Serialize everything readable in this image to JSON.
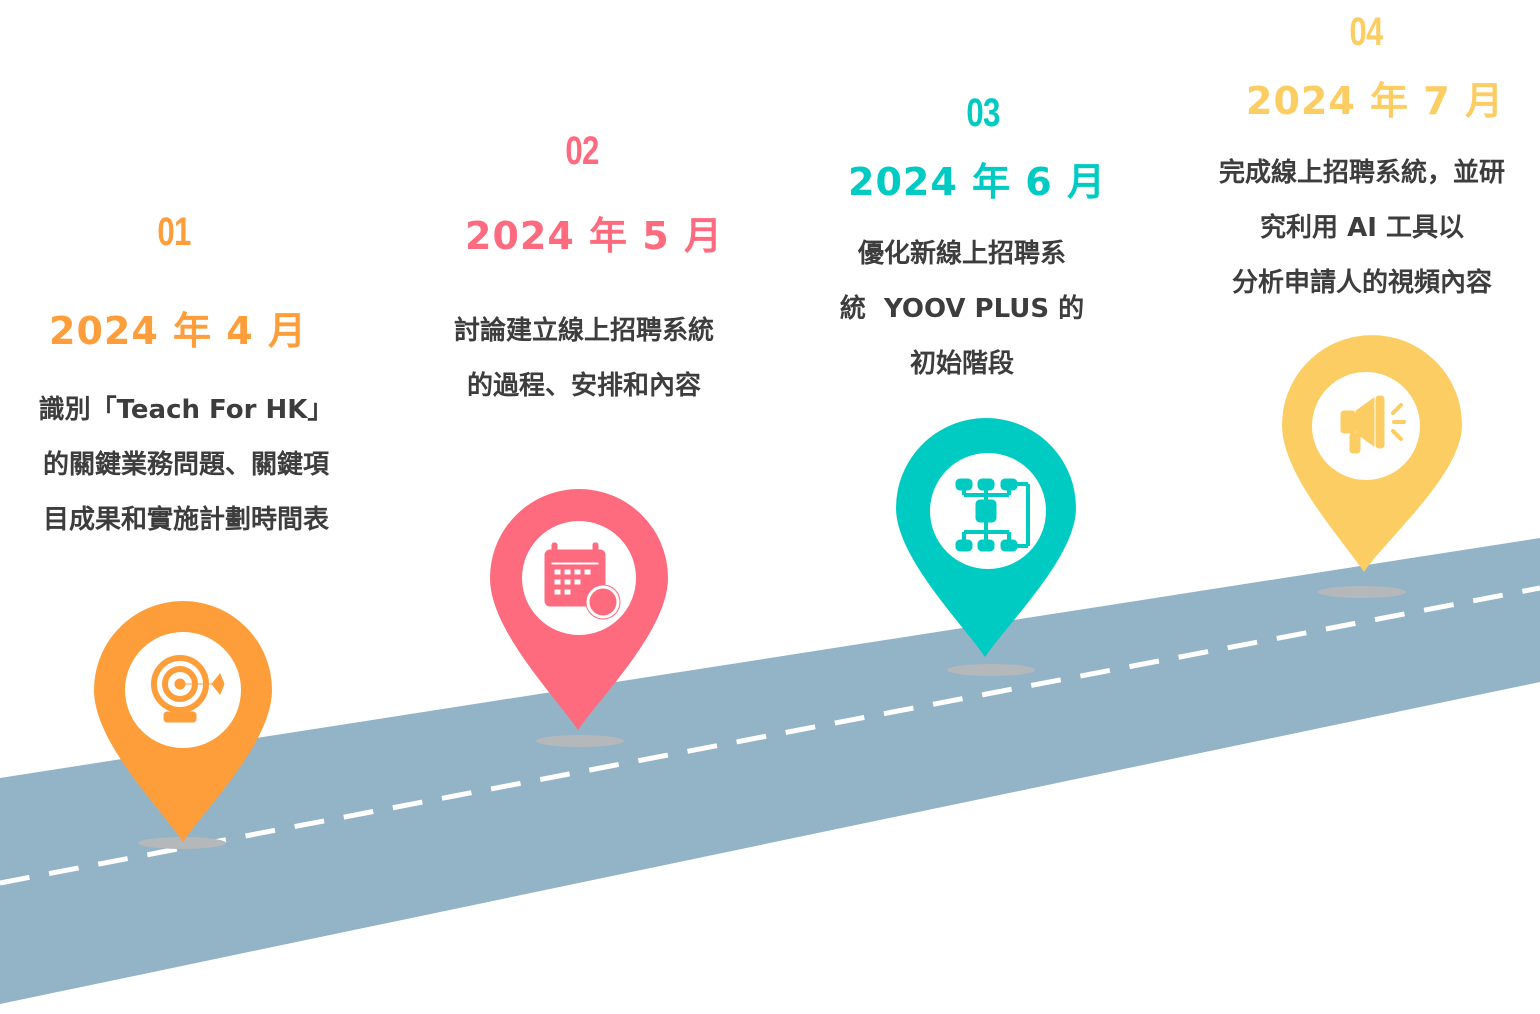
{
  "colors": {
    "road": "#93b3c7",
    "road_line": "#ffffff",
    "shadow": "#b5b8bb",
    "text": "#3d3d3d"
  },
  "steps": [
    {
      "number": "01",
      "date": "2024 年 4 月",
      "color": "#fe9e3b",
      "icon": "target-icon",
      "description": [
        "識別「Teach For HK」",
        "的關鍵業務問題、關鍵項",
        "目成果和實施計劃時間表"
      ]
    },
    {
      "number": "02",
      "date": "2024 年 5 月",
      "color": "#fe6a7e",
      "icon": "calendar-clock-icon",
      "description": [
        "討論建立線上招聘系統",
        "的過程、安排和內容"
      ]
    },
    {
      "number": "03",
      "date": "2024 年 6 月",
      "color": "#00cbc3",
      "icon": "hierarchy-icon",
      "description": [
        "優化新線上招聘系",
        "統  YOOV PLUS 的",
        "初始階段"
      ]
    },
    {
      "number": "04",
      "date": "2024 年 7 月",
      "color": "#fbcd63",
      "icon": "megaphone-icon",
      "description": [
        "完成線上招聘系統，並研",
        "究利用 AI 工具以",
        "分析申請人的視頻內容"
      ]
    }
  ]
}
